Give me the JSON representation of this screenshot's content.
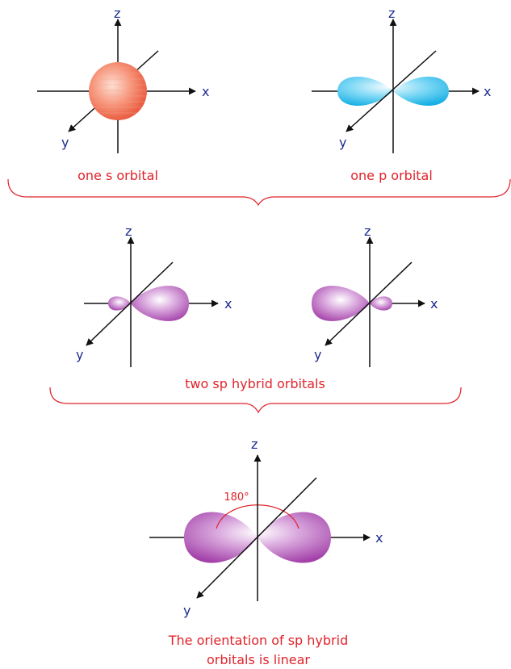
{
  "axis_labels": {
    "x": "x",
    "y": "y",
    "z": "z"
  },
  "captions": {
    "s_orbital": "one s orbital",
    "p_orbital": "one p orbital",
    "sp_hybrids": "two sp hybrid orbitals",
    "linear_line1": "The orientation of sp hybrid",
    "linear_line2": "orbitals is linear"
  },
  "angle_label": "180°",
  "colors": {
    "s_orbital": "#f36b4f",
    "p_orbital": "#3cc4ee",
    "sp_orbital": "#b04fb5",
    "caption": "#e0232a",
    "axis_label": "#1c2b8f",
    "axes": "#111111"
  }
}
